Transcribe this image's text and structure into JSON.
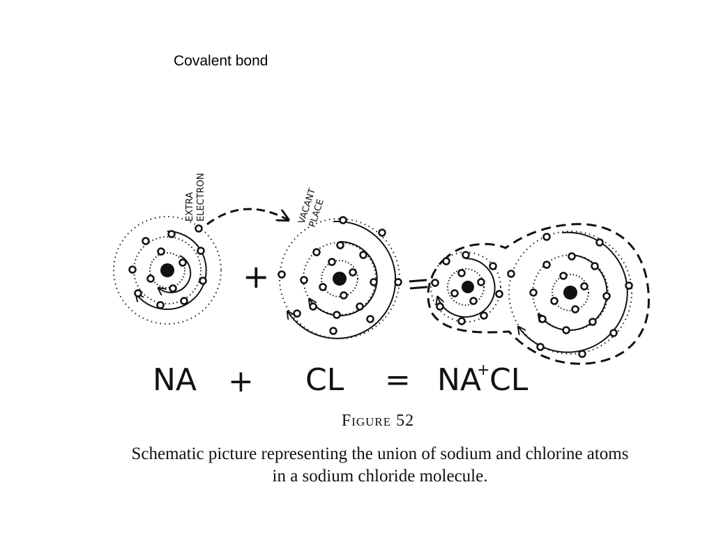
{
  "slide": {
    "title": "Covalent bond"
  },
  "labels": {
    "extra_line1": "EXTRA",
    "extra_line2": "ELECTRON",
    "vacant_line1": "VACANT",
    "vacant_line2": "PLACE"
  },
  "equation": {
    "na": "NA",
    "plus": "+",
    "cl": "CL",
    "equals": "=",
    "product_na": "NA",
    "product_charge": "+",
    "product_cl": "CL"
  },
  "figure": {
    "label": "Figure 52",
    "caption_line1": "Schematic picture representing the union of sodium and chlorine atoms",
    "caption_line2": "in a sodium chloride molecule."
  },
  "colors": {
    "ink": "#111111",
    "background": "#ffffff"
  }
}
